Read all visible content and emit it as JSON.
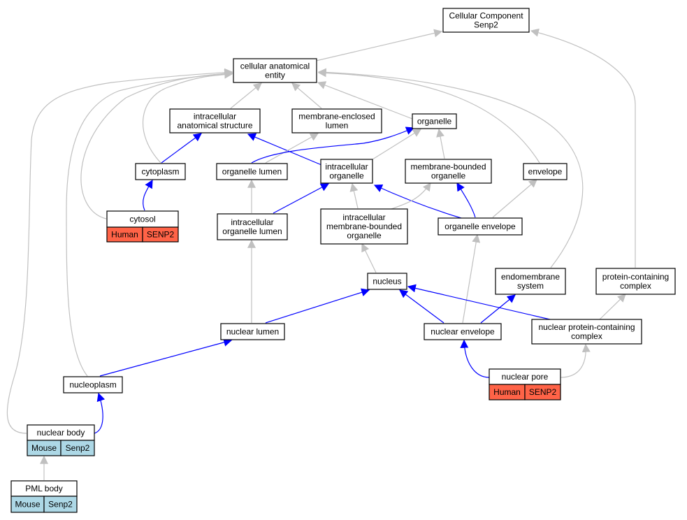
{
  "colors": {
    "human": "#ff6347",
    "mouse": "#add8e6",
    "is_a": "#c0c0c0",
    "part_of": "#0000ff"
  },
  "nodes": {
    "root": {
      "lines": [
        "Cellular Component",
        "Senp2"
      ]
    },
    "cae": {
      "lines": [
        "cellular anatomical",
        "entity"
      ]
    },
    "ias": {
      "lines": [
        "intracellular",
        "anatomical structure"
      ]
    },
    "mel": {
      "lines": [
        "membrane-enclosed",
        "lumen"
      ]
    },
    "organelle": {
      "lines": [
        "organelle"
      ]
    },
    "cytoplasm": {
      "lines": [
        "cytoplasm"
      ]
    },
    "olumen": {
      "lines": [
        "organelle lumen"
      ]
    },
    "iorg": {
      "lines": [
        "intracellular",
        "organelle"
      ]
    },
    "mbo": {
      "lines": [
        "membrane-bounded",
        "organelle"
      ]
    },
    "envelope": {
      "lines": [
        "envelope"
      ]
    },
    "cytosol": {
      "lines": [
        "cytosol"
      ],
      "annot": {
        "species": "Human",
        "gene": "SENP2"
      }
    },
    "iolumen": {
      "lines": [
        "intracellular",
        "organelle lumen"
      ]
    },
    "imbo": {
      "lines": [
        "intracellular",
        "membrane-bounded",
        "organelle"
      ]
    },
    "oenv": {
      "lines": [
        "organelle envelope"
      ]
    },
    "nucleus": {
      "lines": [
        "nucleus"
      ]
    },
    "endo": {
      "lines": [
        "endomembrane",
        "system"
      ]
    },
    "pcc": {
      "lines": [
        "protein-containing",
        "complex"
      ]
    },
    "nlumen": {
      "lines": [
        "nuclear lumen"
      ]
    },
    "nenv": {
      "lines": [
        "nuclear envelope"
      ]
    },
    "npcc": {
      "lines": [
        "nuclear protein-containing",
        "complex"
      ]
    },
    "nucleoplasm": {
      "lines": [
        "nucleoplasm"
      ]
    },
    "npore": {
      "lines": [
        "nuclear pore"
      ],
      "annot": {
        "species": "Human",
        "gene": "SENP2"
      }
    },
    "nbody": {
      "lines": [
        "nuclear body"
      ],
      "annot": {
        "species": "Mouse",
        "gene": "Senp2"
      }
    },
    "pml": {
      "lines": [
        "PML body"
      ],
      "annot": {
        "species": "Mouse",
        "gene": "Senp2"
      }
    }
  },
  "edges": [
    {
      "from": "cae",
      "to": "root",
      "type": "is_a"
    },
    {
      "from": "pcc",
      "to": "root",
      "type": "is_a"
    },
    {
      "from": "ias",
      "to": "cae",
      "type": "is_a"
    },
    {
      "from": "mel",
      "to": "cae",
      "type": "is_a"
    },
    {
      "from": "organelle",
      "to": "cae",
      "type": "is_a"
    },
    {
      "from": "envelope",
      "to": "cae",
      "type": "is_a"
    },
    {
      "from": "endo",
      "to": "cae",
      "type": "is_a"
    },
    {
      "from": "cytoplasm",
      "to": "cae",
      "type": "is_a"
    },
    {
      "from": "cytosol",
      "to": "cae",
      "type": "is_a"
    },
    {
      "from": "nucleoplasm",
      "to": "cae",
      "type": "is_a"
    },
    {
      "from": "nbody",
      "to": "cae",
      "type": "is_a"
    },
    {
      "from": "cytoplasm",
      "to": "ias",
      "type": "part_of"
    },
    {
      "from": "iorg",
      "to": "ias",
      "type": "part_of"
    },
    {
      "from": "cytosol",
      "to": "cytoplasm",
      "type": "part_of"
    },
    {
      "from": "olumen",
      "to": "mel",
      "type": "is_a"
    },
    {
      "from": "olumen",
      "to": "organelle",
      "type": "part_of"
    },
    {
      "from": "iorg",
      "to": "organelle",
      "type": "is_a"
    },
    {
      "from": "mbo",
      "to": "organelle",
      "type": "is_a"
    },
    {
      "from": "iolumen",
      "to": "olumen",
      "type": "is_a"
    },
    {
      "from": "iolumen",
      "to": "iorg",
      "type": "part_of"
    },
    {
      "from": "imbo",
      "to": "iorg",
      "type": "is_a"
    },
    {
      "from": "oenv",
      "to": "iorg",
      "type": "part_of"
    },
    {
      "from": "imbo",
      "to": "mbo",
      "type": "is_a"
    },
    {
      "from": "oenv",
      "to": "mbo",
      "type": "part_of"
    },
    {
      "from": "oenv",
      "to": "envelope",
      "type": "is_a"
    },
    {
      "from": "nucleus",
      "to": "imbo",
      "type": "is_a"
    },
    {
      "from": "nlumen",
      "to": "iolumen",
      "type": "is_a"
    },
    {
      "from": "nenv",
      "to": "oenv",
      "type": "is_a"
    },
    {
      "from": "nlumen",
      "to": "nucleus",
      "type": "part_of"
    },
    {
      "from": "nenv",
      "to": "nucleus",
      "type": "part_of"
    },
    {
      "from": "npcc",
      "to": "nucleus",
      "type": "part_of"
    },
    {
      "from": "nenv",
      "to": "endo",
      "type": "part_of"
    },
    {
      "from": "npcc",
      "to": "pcc",
      "type": "is_a"
    },
    {
      "from": "nucleoplasm",
      "to": "nlumen",
      "type": "part_of"
    },
    {
      "from": "npore",
      "to": "nenv",
      "type": "part_of"
    },
    {
      "from": "npore",
      "to": "npcc",
      "type": "is_a"
    },
    {
      "from": "nbody",
      "to": "nucleoplasm",
      "type": "part_of"
    },
    {
      "from": "pml",
      "to": "nbody",
      "type": "is_a"
    }
  ]
}
